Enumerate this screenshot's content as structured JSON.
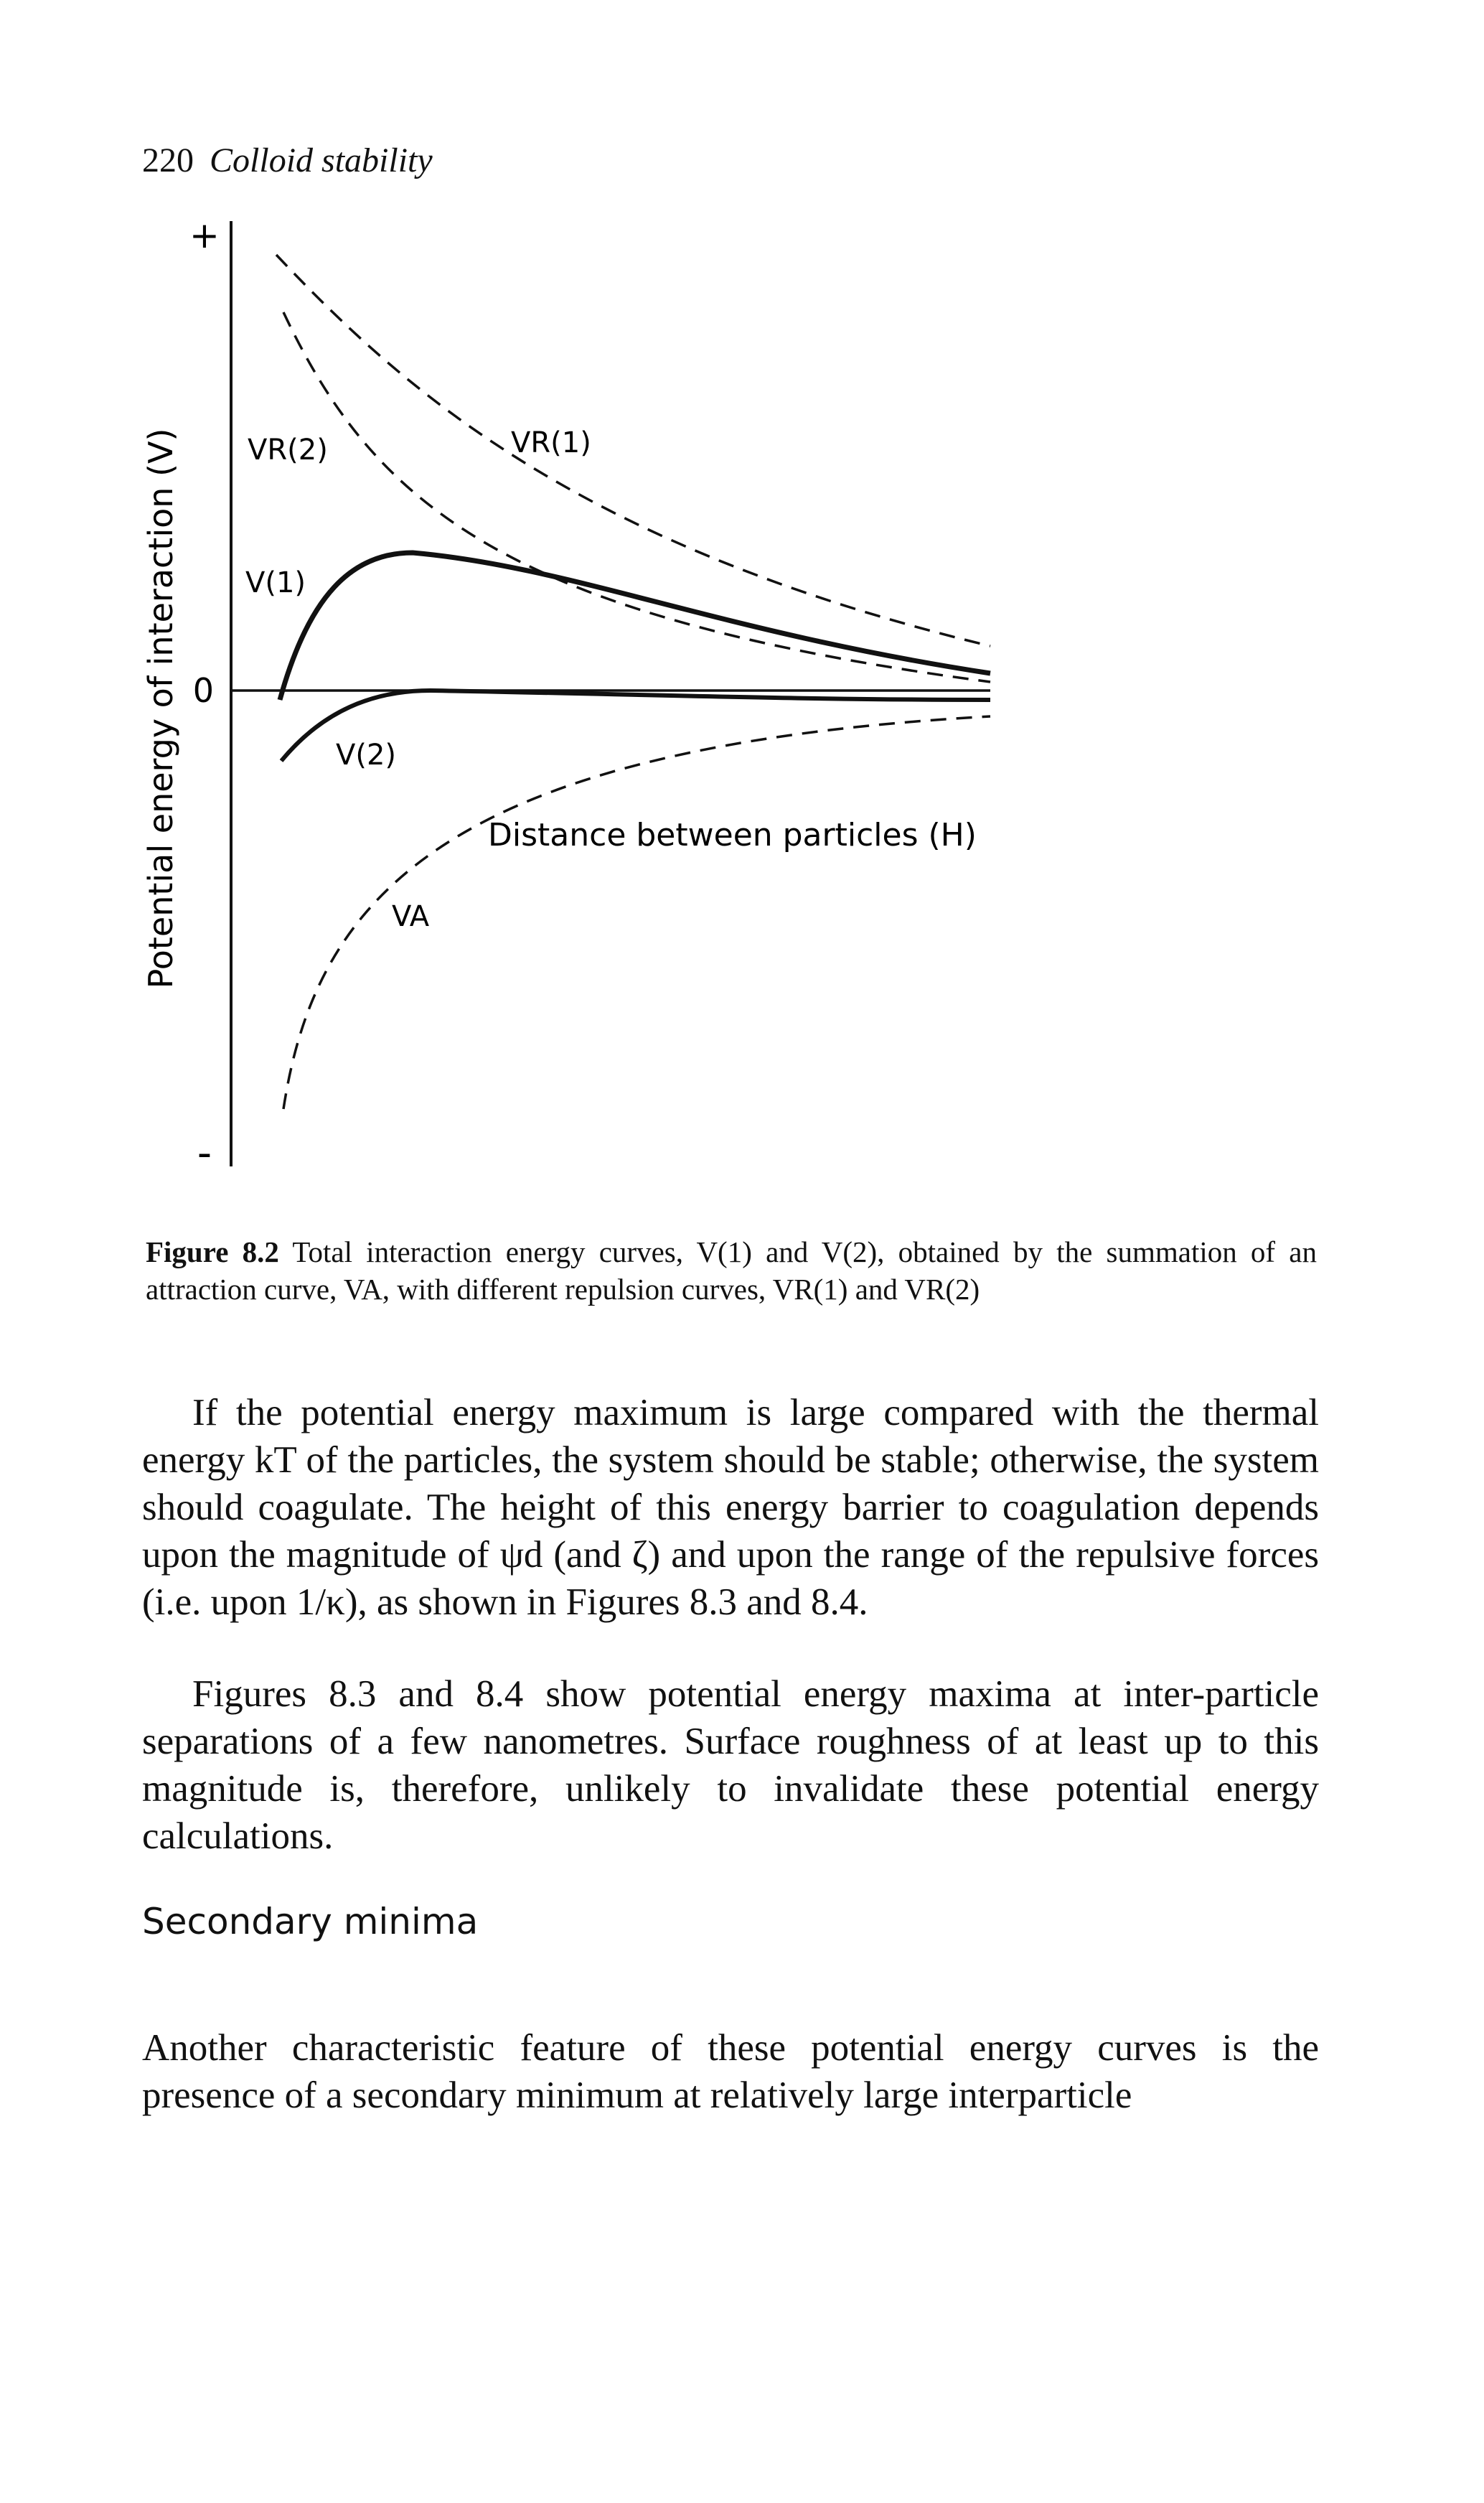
{
  "header": {
    "page_number": "220",
    "running_title": "Colloid stability"
  },
  "figure": {
    "y_axis": {
      "label": "Potential energy of interaction (V)",
      "plus": "+",
      "minus": "-",
      "zero": "0"
    },
    "x_axis_label": "Distance between particles (H)",
    "curve_labels": {
      "vr2": "VR(2)",
      "vr1": "VR(1)",
      "v1": "V(1)",
      "v2": "V(2)",
      "va": "VA"
    }
  },
  "caption": {
    "lead": "Figure 8.2",
    "text": "Total interaction energy curves, V(1) and V(2), obtained by the summation of an attraction curve, VA, with different repulsion curves, VR(1) and VR(2)"
  },
  "body": {
    "para1": "If the potential energy maximum is large compared with the thermal energy kT of the particles, the system should be stable; otherwise, the system should coagulate. The height of this energy barrier to coagulation depends upon the magnitude of ψd (and ζ) and upon the range of the repulsive forces (i.e. upon 1/κ), as shown in Figures 8.3 and 8.4.",
    "para2": "Figures 8.3 and 8.4 show potential energy maxima at inter-particle separations of a few nanometres. Surface roughness of at least up to this magnitude is, therefore, unlikely to invalidate these potential energy calculations.",
    "section_heading": "Secondary minima",
    "para3": "Another characteristic feature of these potential energy curves is the presence of a secondary minimum at relatively large interparticle"
  }
}
